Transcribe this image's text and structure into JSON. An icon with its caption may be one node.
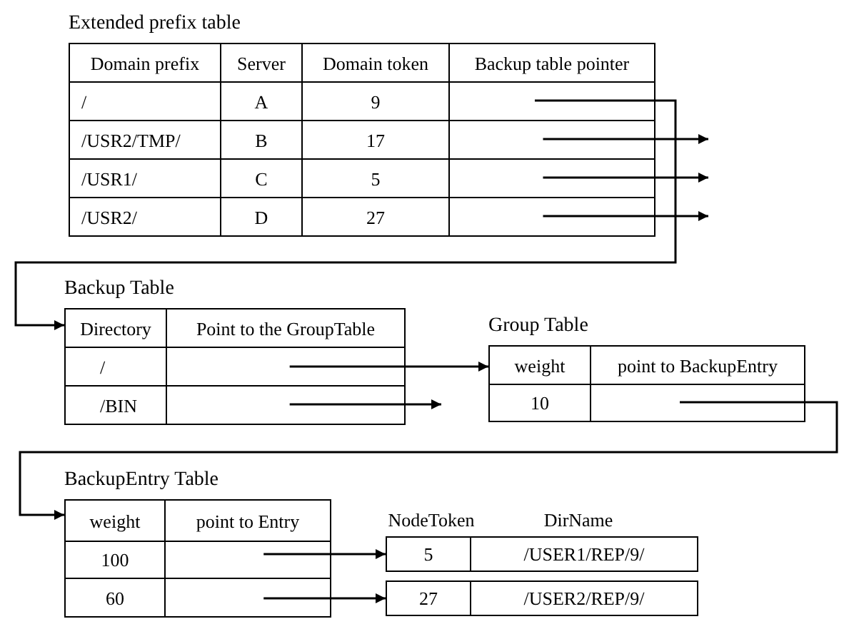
{
  "diagram": {
    "nodes": [
      {
        "text": [
          "Extended prefix table",
          "Domain prefix",
          "Server",
          "Domain token",
          "Backup table pointer",
          "/",
          "A",
          "9",
          "/USR2/TMP/",
          "B",
          "17",
          "/USR1/",
          "C",
          "5",
          "/USR2/",
          "D",
          "27"
        ]
      },
      {
        "text": [],
        "shape": "box",
        "in": 0
      },
      {
        "text": [],
        "shape": "box",
        "in": 0
      },
      {
        "text": [],
        "shape": "box",
        "in": 0
      },
      {
        "text": [],
        "shape": "box",
        "in": 0
      },
      {
        "text": [
          "Backup Table",
          "Directory",
          "Point to the GroupTable",
          "/",
          "/BIN"
        ]
      },
      {
        "text": [],
        "shape": "box",
        "in": 5
      },
      {
        "text": [],
        "shape": "box",
        "in": 5
      },
      {
        "text": [
          "Group Table",
          "weight",
          "point to BackupEntry",
          "10"
        ]
      },
      {
        "text": [],
        "shape": "box",
        "in": 8
      },
      {
        "text": [
          "BackupEntry Table",
          "weight",
          "point to Entry",
          "100",
          "60"
        ]
      },
      {
        "text": [],
        "shape": "box",
        "in": 10
      },
      {
        "text": [],
        "shape": "box",
        "in": 10
      },
      {
        "text": [
          "5",
          "/USER1/REP/9/"
        ]
      },
      {
        "text": [
          "27",
          "/USER2/REP/9/"
        ]
      }
    ],
    "edges": [
      {
        "from": 1,
        "to": 5,
        "arrow": "to"
      },
      {
        "from": 2,
        "to": null,
        "arrow": "to"
      },
      {
        "from": 3,
        "to": null,
        "arrow": "to"
      },
      {
        "from": 4,
        "to": null,
        "arrow": "to"
      },
      {
        "from": 6,
        "to": 8,
        "arrow": "to"
      },
      {
        "from": 7,
        "to": null,
        "arrow": "to"
      },
      {
        "from": 9,
        "to": 10,
        "arrow": "to"
      },
      {
        "from": 11,
        "to": 13,
        "arrow": "to"
      },
      {
        "from": 12,
        "to": 14,
        "arrow": "to"
      }
    ],
    "labels": [
      "NodeToken",
      "DirName"
    ]
  }
}
